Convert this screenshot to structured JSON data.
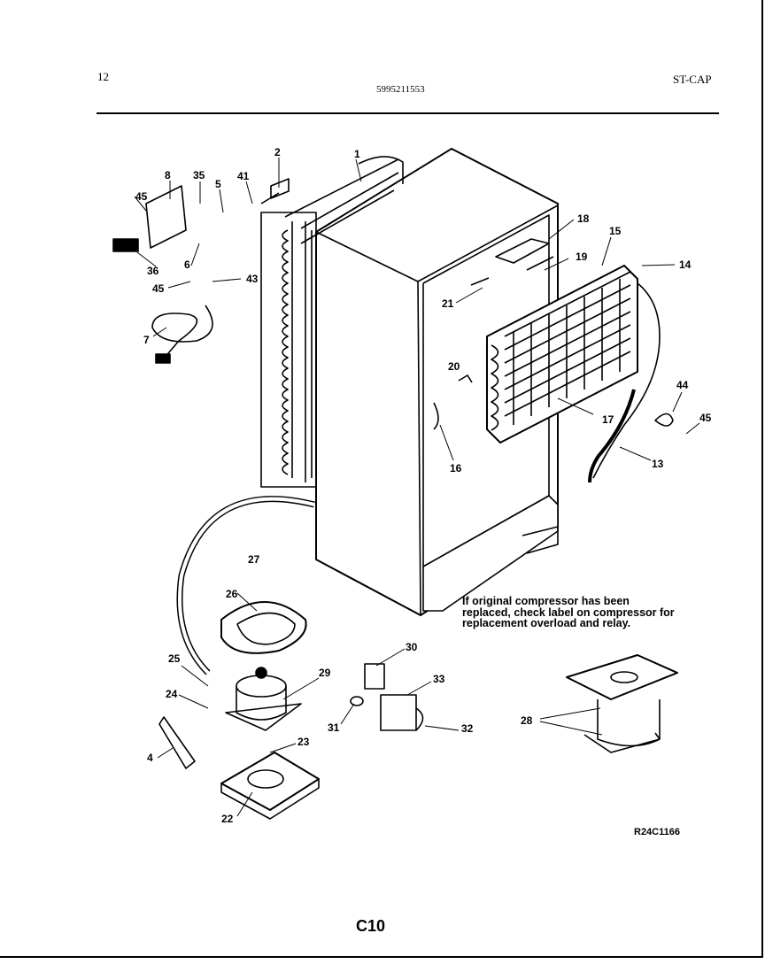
{
  "header": {
    "page_number": "12",
    "part_number": "5995211553",
    "model_code": "ST-CAP"
  },
  "diagram": {
    "labels": [
      "1",
      "2",
      "35",
      "8",
      "5",
      "41",
      "45",
      "36",
      "6",
      "43",
      "45",
      "7",
      "18",
      "19",
      "15",
      "14",
      "21",
      "20",
      "16",
      "17",
      "44",
      "45",
      "13",
      "27",
      "26",
      "25",
      "24",
      "29",
      "4",
      "23",
      "22",
      "30",
      "33",
      "31",
      "32",
      "28"
    ],
    "note": "If original compressor has been replaced, check label on compressor for replacement overload and relay.",
    "reference_code": "R24C1166",
    "page_label": "C10"
  }
}
